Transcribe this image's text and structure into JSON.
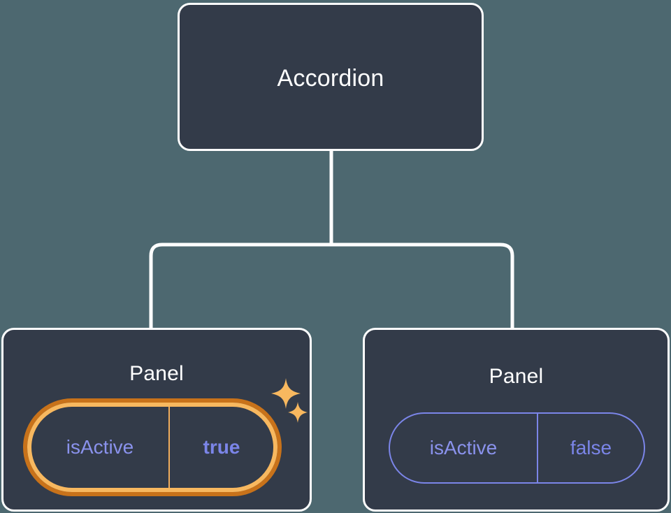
{
  "diagram": {
    "type": "component-tree",
    "background_color": "#4d6870",
    "node_fill_color": "#333b49",
    "node_border_color": "#ffffff",
    "edge_color": "#ffffff",
    "highlight_color_outer": "#c8721a",
    "highlight_color_inner": "#f8b85f",
    "prop_key_color": "#8a92ec",
    "prop_value_color": "#7b85e8",
    "root": {
      "label": "Accordion"
    },
    "children": [
      {
        "label": "Panel",
        "highlighted": true,
        "prop": {
          "key": "isActive",
          "value": "true"
        },
        "sparkles": [
          {
            "name": "sparkle-large-icon"
          },
          {
            "name": "sparkle-small-icon"
          }
        ]
      },
      {
        "label": "Panel",
        "highlighted": false,
        "prop": {
          "key": "isActive",
          "value": "false"
        }
      }
    ]
  }
}
